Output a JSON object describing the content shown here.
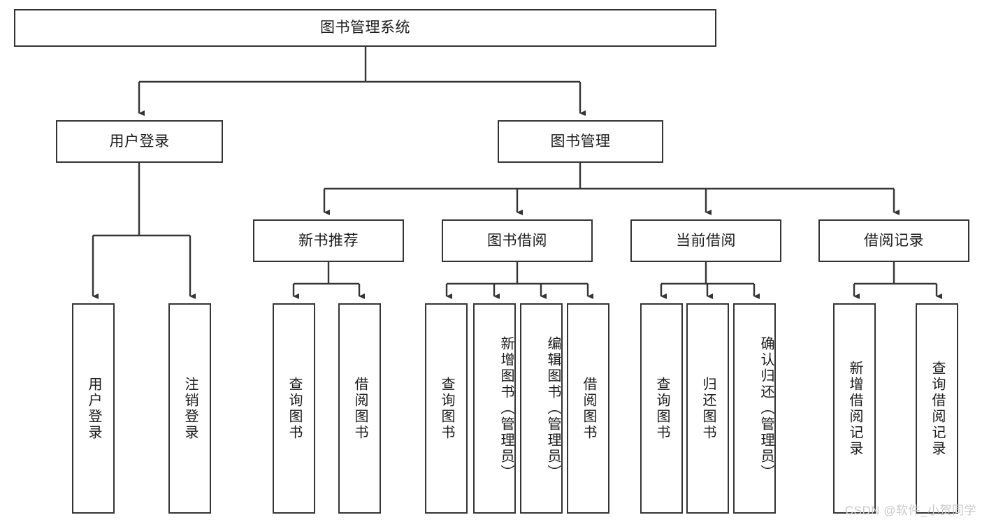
{
  "diagram": {
    "title": "图书管理系统",
    "type": "hierarchy-tree",
    "root": {
      "label": "图书管理系统"
    },
    "level2": [
      {
        "label": "用户登录"
      },
      {
        "label": "图书管理"
      }
    ],
    "level3": [
      {
        "label": "新书推荐"
      },
      {
        "label": "图书借阅"
      },
      {
        "label": "当前借阅"
      },
      {
        "label": "借阅记录"
      }
    ],
    "leaves": {
      "user_login": [
        {
          "label": "用户登录"
        },
        {
          "label": "注销登录"
        }
      ],
      "new_book_recommend": [
        {
          "label": "查询图书"
        },
        {
          "label": "借阅图书"
        }
      ],
      "book_borrow": [
        {
          "label": "查询图书"
        },
        {
          "label": "新增图书（管理员）"
        },
        {
          "label": "编辑图书（管理员）"
        },
        {
          "label": "借阅图书"
        }
      ],
      "current_borrow": [
        {
          "label": "查询图书"
        },
        {
          "label": "归还图书"
        },
        {
          "label": "确认归还（管理员）"
        }
      ],
      "borrow_record": [
        {
          "label": "新增借阅记录"
        },
        {
          "label": "查询借阅记录"
        }
      ]
    }
  },
  "watermark": {
    "text": "CSDN @软件_小贺同学"
  },
  "colors": {
    "border": "#343434",
    "text": "#1b1b1b",
    "background": "#ffffff",
    "watermark": "#c9c9c9"
  }
}
